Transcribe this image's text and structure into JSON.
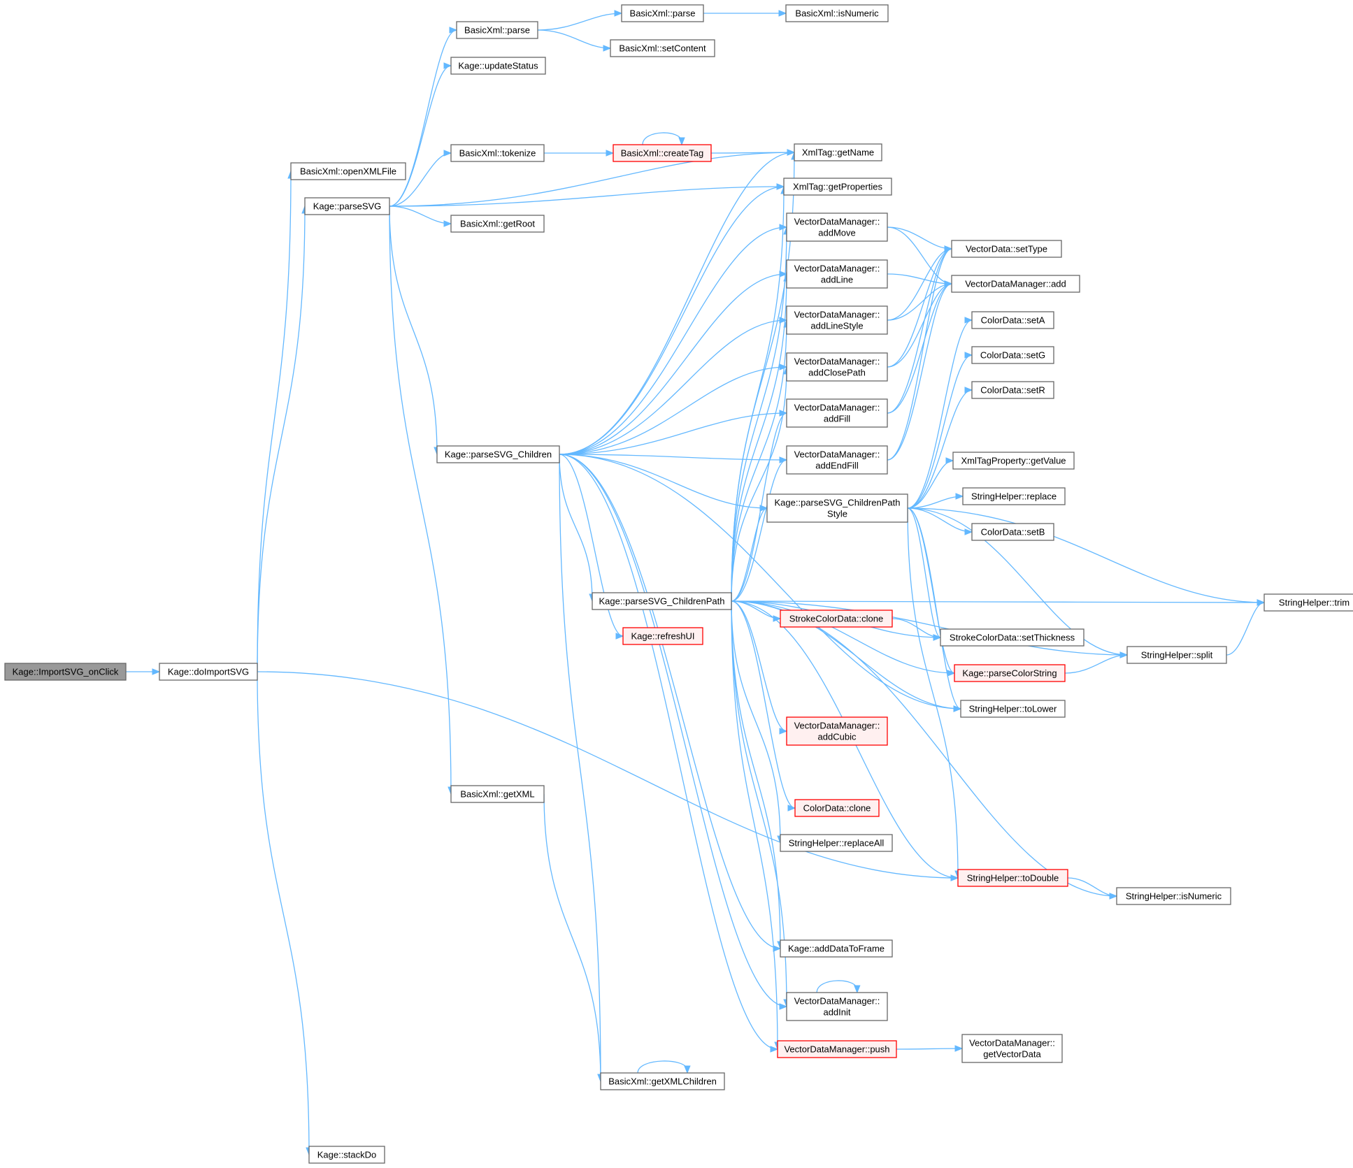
{
  "colors": {
    "edge": "#63b8ff",
    "node_border": "#666666",
    "truncated_border": "#ff0000",
    "root_fill": "#999999"
  },
  "nodes": [
    {
      "id": "importsvg",
      "lines": [
        "Kage::ImportSVG_onClick"
      ],
      "state": "root"
    },
    {
      "id": "doimportsvg",
      "lines": [
        "Kage::doImportSVG"
      ]
    },
    {
      "id": "openxmlfile",
      "lines": [
        "BasicXml::openXMLFile"
      ]
    },
    {
      "id": "parsesvg",
      "lines": [
        "Kage::parseSVG"
      ]
    },
    {
      "id": "stackdo",
      "lines": [
        "Kage::stackDo"
      ]
    },
    {
      "id": "bx_parse",
      "lines": [
        "BasicXml::parse"
      ]
    },
    {
      "id": "updatestatus",
      "lines": [
        "Kage::updateStatus"
      ]
    },
    {
      "id": "tokenize",
      "lines": [
        "BasicXml::tokenize"
      ]
    },
    {
      "id": "getroot",
      "lines": [
        "BasicXml::getRoot"
      ]
    },
    {
      "id": "parsesvg_children",
      "lines": [
        "Kage::parseSVG_Children"
      ]
    },
    {
      "id": "getxml",
      "lines": [
        "BasicXml::getXML"
      ]
    },
    {
      "id": "getxmlchildren",
      "lines": [
        "BasicXml::getXMLChildren"
      ]
    },
    {
      "id": "bx_parse2",
      "lines": [
        "BasicXml::parse"
      ]
    },
    {
      "id": "setcontent",
      "lines": [
        "BasicXml::setContent"
      ]
    },
    {
      "id": "bx_isnumeric",
      "lines": [
        "BasicXml::isNumeric"
      ]
    },
    {
      "id": "createtag",
      "lines": [
        "BasicXml::createTag"
      ],
      "state": "truncated"
    },
    {
      "id": "getname",
      "lines": [
        "XmlTag::getName"
      ]
    },
    {
      "id": "getproperties",
      "lines": [
        "XmlTag::getProperties"
      ]
    },
    {
      "id": "addmove",
      "lines": [
        "VectorDataManager::",
        "addMove"
      ]
    },
    {
      "id": "addline",
      "lines": [
        "VectorDataManager::",
        "addLine"
      ]
    },
    {
      "id": "addlinestyle",
      "lines": [
        "VectorDataManager::",
        "addLineStyle"
      ]
    },
    {
      "id": "addclosepath",
      "lines": [
        "VectorDataManager::",
        "addClosePath"
      ]
    },
    {
      "id": "addfill",
      "lines": [
        "VectorDataManager::",
        "addFill"
      ]
    },
    {
      "id": "addendfill",
      "lines": [
        "VectorDataManager::",
        "addEndFill"
      ]
    },
    {
      "id": "pathstyle",
      "lines": [
        "Kage::parseSVG_ChildrenPath",
        "Style"
      ]
    },
    {
      "id": "childrenpath",
      "lines": [
        "Kage::parseSVG_ChildrenPath"
      ]
    },
    {
      "id": "refreshui",
      "lines": [
        "Kage::refreshUI"
      ],
      "state": "truncated"
    },
    {
      "id": "strokeclone",
      "lines": [
        "StrokeColorData::clone"
      ],
      "state": "truncated"
    },
    {
      "id": "addcubic",
      "lines": [
        "VectorDataManager::",
        "addCubic"
      ],
      "state": "truncated"
    },
    {
      "id": "colorclone",
      "lines": [
        "ColorData::clone"
      ],
      "state": "truncated"
    },
    {
      "id": "replaceall",
      "lines": [
        "StringHelper::replaceAll"
      ]
    },
    {
      "id": "adddatatoframe",
      "lines": [
        "Kage::addDataToFrame"
      ]
    },
    {
      "id": "addinit",
      "lines": [
        "VectorDataManager::",
        "addInit"
      ]
    },
    {
      "id": "push",
      "lines": [
        "VectorDataManager::push"
      ],
      "state": "truncated"
    },
    {
      "id": "settype",
      "lines": [
        "VectorData::setType"
      ]
    },
    {
      "id": "vdm_add",
      "lines": [
        "VectorDataManager::add"
      ]
    },
    {
      "id": "seta",
      "lines": [
        "ColorData::setA"
      ]
    },
    {
      "id": "setg",
      "lines": [
        "ColorData::setG"
      ]
    },
    {
      "id": "setr",
      "lines": [
        "ColorData::setR"
      ]
    },
    {
      "id": "getvalue",
      "lines": [
        "XmlTagProperty::getValue"
      ]
    },
    {
      "id": "sh_replace",
      "lines": [
        "StringHelper::replace"
      ]
    },
    {
      "id": "setb",
      "lines": [
        "ColorData::setB"
      ]
    },
    {
      "id": "setthickness",
      "lines": [
        "StrokeColorData::setThickness"
      ]
    },
    {
      "id": "parsecolor",
      "lines": [
        "Kage::parseColorString"
      ],
      "state": "truncated"
    },
    {
      "id": "tolower",
      "lines": [
        "StringHelper::toLower"
      ]
    },
    {
      "id": "todouble",
      "lines": [
        "StringHelper::toDouble"
      ],
      "state": "truncated"
    },
    {
      "id": "getvectordata",
      "lines": [
        "VectorDataManager::",
        "getVectorData"
      ]
    },
    {
      "id": "split",
      "lines": [
        "StringHelper::split"
      ]
    },
    {
      "id": "sh_isnumeric",
      "lines": [
        "StringHelper::isNumeric"
      ]
    },
    {
      "id": "trim",
      "lines": [
        "StringHelper::trim"
      ]
    }
  ],
  "edges": [
    [
      "importsvg",
      "doimportsvg"
    ],
    [
      "doimportsvg",
      "openxmlfile"
    ],
    [
      "doimportsvg",
      "parsesvg"
    ],
    [
      "doimportsvg",
      "stackdo"
    ],
    [
      "doimportsvg",
      "todouble"
    ],
    [
      "parsesvg",
      "bx_parse"
    ],
    [
      "parsesvg",
      "updatestatus"
    ],
    [
      "parsesvg",
      "tokenize"
    ],
    [
      "parsesvg",
      "getroot"
    ],
    [
      "parsesvg",
      "getname"
    ],
    [
      "parsesvg",
      "getproperties"
    ],
    [
      "parsesvg",
      "parsesvg_children"
    ],
    [
      "parsesvg",
      "getxml"
    ],
    [
      "bx_parse",
      "bx_parse2"
    ],
    [
      "bx_parse",
      "setcontent"
    ],
    [
      "bx_parse2",
      "bx_isnumeric"
    ],
    [
      "tokenize",
      "createtag"
    ],
    [
      "createtag",
      "createtag"
    ],
    [
      "createtag",
      "getname"
    ],
    [
      "getxml",
      "getxmlchildren"
    ],
    [
      "getxmlchildren",
      "getxmlchildren"
    ],
    [
      "parsesvg_children",
      "getname"
    ],
    [
      "parsesvg_children",
      "getproperties"
    ],
    [
      "parsesvg_children",
      "addmove"
    ],
    [
      "parsesvg_children",
      "addline"
    ],
    [
      "parsesvg_children",
      "addlinestyle"
    ],
    [
      "parsesvg_children",
      "addclosepath"
    ],
    [
      "parsesvg_children",
      "addfill"
    ],
    [
      "parsesvg_children",
      "addendfill"
    ],
    [
      "parsesvg_children",
      "pathstyle"
    ],
    [
      "parsesvg_children",
      "childrenpath"
    ],
    [
      "parsesvg_children",
      "refreshui"
    ],
    [
      "parsesvg_children",
      "adddatatoframe"
    ],
    [
      "parsesvg_children",
      "addinit"
    ],
    [
      "parsesvg_children",
      "push"
    ],
    [
      "parsesvg_children",
      "getxmlchildren"
    ],
    [
      "parsesvg_children",
      "tolower"
    ],
    [
      "childrenpath",
      "getname"
    ],
    [
      "childrenpath",
      "getproperties"
    ],
    [
      "childrenpath",
      "addmove"
    ],
    [
      "childrenpath",
      "addline"
    ],
    [
      "childrenpath",
      "addlinestyle"
    ],
    [
      "childrenpath",
      "addclosepath"
    ],
    [
      "childrenpath",
      "addfill"
    ],
    [
      "childrenpath",
      "addendfill"
    ],
    [
      "childrenpath",
      "pathstyle"
    ],
    [
      "childrenpath",
      "trim"
    ],
    [
      "childrenpath",
      "strokeclone"
    ],
    [
      "childrenpath",
      "setthickness"
    ],
    [
      "childrenpath",
      "parsecolor"
    ],
    [
      "childrenpath",
      "tolower"
    ],
    [
      "childrenpath",
      "addcubic"
    ],
    [
      "childrenpath",
      "split"
    ],
    [
      "childrenpath",
      "colorclone"
    ],
    [
      "childrenpath",
      "replaceall"
    ],
    [
      "childrenpath",
      "todouble"
    ],
    [
      "childrenpath",
      "sh_isnumeric"
    ],
    [
      "childrenpath",
      "adddatatoframe"
    ],
    [
      "childrenpath",
      "addinit"
    ],
    [
      "childrenpath",
      "push"
    ],
    [
      "addmove",
      "settype"
    ],
    [
      "addmove",
      "vdm_add"
    ],
    [
      "addline",
      "vdm_add"
    ],
    [
      "addlinestyle",
      "settype"
    ],
    [
      "addlinestyle",
      "vdm_add"
    ],
    [
      "addclosepath",
      "settype"
    ],
    [
      "addclosepath",
      "vdm_add"
    ],
    [
      "addfill",
      "settype"
    ],
    [
      "addfill",
      "vdm_add"
    ],
    [
      "addendfill",
      "settype"
    ],
    [
      "addendfill",
      "vdm_add"
    ],
    [
      "pathstyle",
      "seta"
    ],
    [
      "pathstyle",
      "setg"
    ],
    [
      "pathstyle",
      "setr"
    ],
    [
      "pathstyle",
      "getvalue"
    ],
    [
      "pathstyle",
      "sh_replace"
    ],
    [
      "pathstyle",
      "setb"
    ],
    [
      "pathstyle",
      "trim"
    ],
    [
      "pathstyle",
      "setthickness"
    ],
    [
      "pathstyle",
      "parsecolor"
    ],
    [
      "pathstyle",
      "tolower"
    ],
    [
      "pathstyle",
      "todouble"
    ],
    [
      "pathstyle",
      "split"
    ],
    [
      "strokeclone",
      "setthickness"
    ],
    [
      "parsecolor",
      "split"
    ],
    [
      "split",
      "trim"
    ],
    [
      "todouble",
      "sh_isnumeric"
    ],
    [
      "push",
      "getvectordata"
    ],
    [
      "addinit",
      "addinit"
    ]
  ]
}
